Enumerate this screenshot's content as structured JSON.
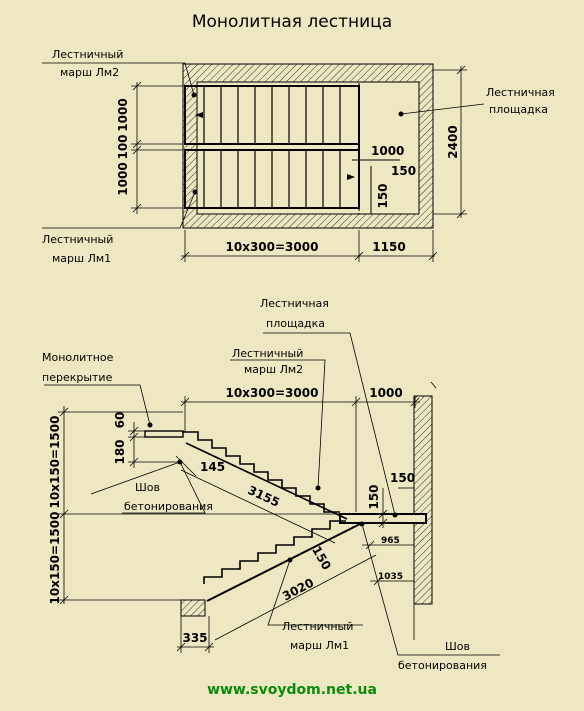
{
  "title": "Монолитная лестница",
  "plan": {
    "label_march_lm2": [
      "Лестничный",
      "марш Лм2"
    ],
    "label_march_lm1": [
      "Лестничный",
      "марш Лм1"
    ],
    "label_landing": [
      "Лестничная",
      "площадка"
    ],
    "dim_1000_upper": "1000",
    "dim_100": "100",
    "dim_1000_lower": "1000",
    "dim_2400": "2400",
    "dim_landing_1000": "1000",
    "dim_landing_150_h": "150",
    "dim_landing_150_v": "150",
    "dim_steps": "10x300=3000",
    "dim_1150": "1150"
  },
  "section": {
    "label_landing": [
      "Лестничная",
      "площадка"
    ],
    "label_march_lm2": [
      "Лестничный",
      "марш Лм2"
    ],
    "label_slab": [
      "Монолитное",
      "перекрытие"
    ],
    "label_joint_left": [
      "Шов",
      "бетонирования"
    ],
    "label_joint_right": [
      "Шов",
      "бетонирования"
    ],
    "label_march_lm1": [
      "Лестничный",
      "марш Лм1"
    ],
    "dim_top_steps": "10x300=3000",
    "dim_top_1000": "1000",
    "dim_60": "60",
    "dim_180": "180",
    "dim_145": "145",
    "dim_3155": "3155",
    "dim_150_right": "150",
    "dim_150_landing": "150",
    "dim_150_diag": "150",
    "dim_965": "965",
    "dim_1035": "1035",
    "dim_3020": "3020",
    "dim_335": "335",
    "dim_upper_height": "10x150=1500",
    "dim_lower_height": "10x150=1500"
  },
  "site_url": "www.svoydom.net.ua"
}
